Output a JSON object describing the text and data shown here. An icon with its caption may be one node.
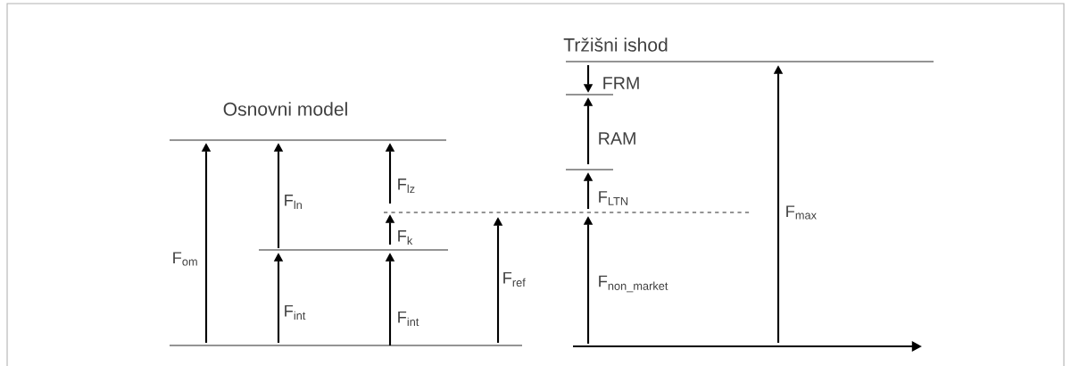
{
  "diagram": {
    "labels": [
      "Tržišni ishod",
      "FRM",
      "Osnovni model",
      "RAM",
      "F$_{ln}$",
      "F$_{lz}$",
      "F$_{LTN}$",
      "F$_{max}$",
      "F$_{k}$",
      "F$_{om}$",
      "F$_{ref}$",
      "\\text{F}_{\\text{non\\_market}}",
      "F$_{int}$",
      "F$_{int}$"
    ]
  }
}
